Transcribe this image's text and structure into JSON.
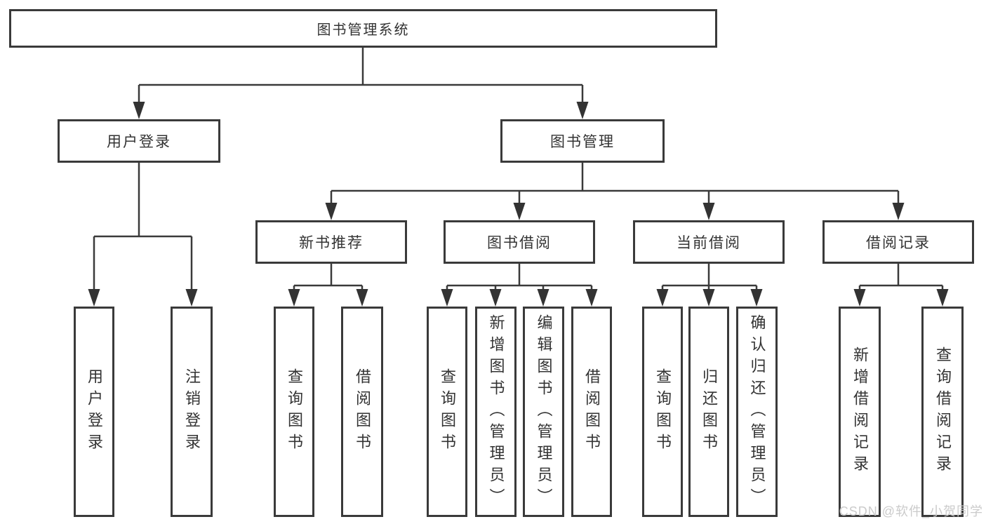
{
  "diagram": {
    "type": "hierarchy-tree",
    "colors": {
      "line": "#3a3a3a",
      "box_border": "#3a3a3a",
      "box_fill": "#ffffff",
      "text": "#333333",
      "background": "#ffffff",
      "watermark": "#cbcbcb"
    }
  },
  "tree": {
    "root": {
      "label": "图书管理系统",
      "children": [
        {
          "label": "用户登录",
          "children": [
            {
              "label": "用户登录"
            },
            {
              "label": "注销登录"
            }
          ]
        },
        {
          "label": "图书管理",
          "children": [
            {
              "label": "新书推荐",
              "children": [
                {
                  "label": "查询图书"
                },
                {
                  "label": "借阅图书"
                }
              ]
            },
            {
              "label": "图书借阅",
              "children": [
                {
                  "label": "查询图书"
                },
                {
                  "label": "新增图书（管理员）"
                },
                {
                  "label": "编辑图书（管理员）"
                },
                {
                  "label": "借阅图书"
                }
              ]
            },
            {
              "label": "当前借阅",
              "children": [
                {
                  "label": "查询图书"
                },
                {
                  "label": "归还图书"
                },
                {
                  "label": "确认归还（管理员）"
                }
              ]
            },
            {
              "label": "借阅记录",
              "children": [
                {
                  "label": "新增借阅记录"
                },
                {
                  "label": "查询借阅记录"
                }
              ]
            }
          ]
        }
      ]
    }
  },
  "watermark": {
    "text": "CSDN @软件_小贺同学"
  }
}
